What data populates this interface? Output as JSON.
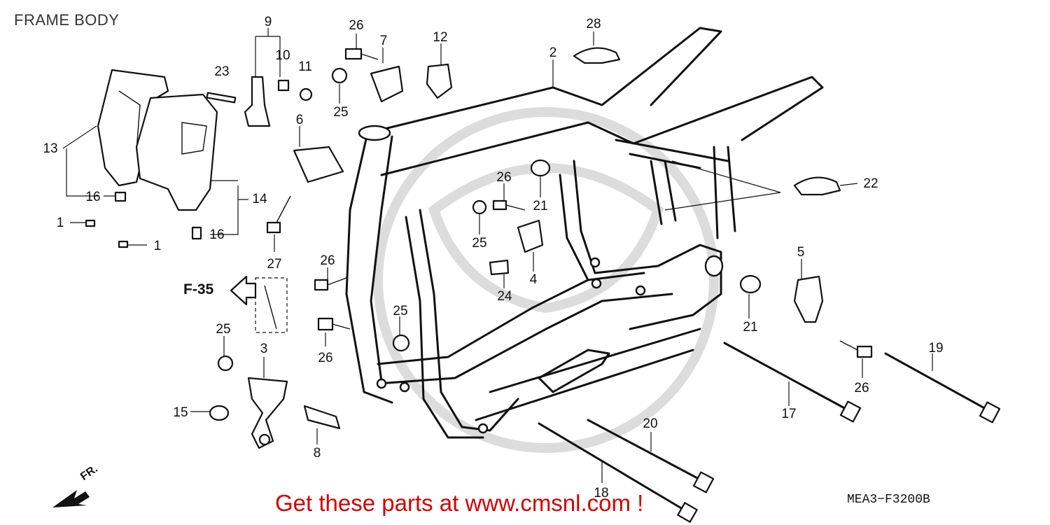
{
  "title": "FRAME BODY",
  "promo_text": "Get these parts at www.cmsnl.com !",
  "diagram_code": "MEA3−F3200B",
  "reference_label": "F-35",
  "front_label": "FR.",
  "callouts": {
    "c1a": "1",
    "c1b": "1",
    "c2": "2",
    "c3": "3",
    "c4": "4",
    "c5": "5",
    "c6": "6",
    "c7": "7",
    "c8": "8",
    "c9": "9",
    "c10": "10",
    "c11": "11",
    "c12": "12",
    "c13": "13",
    "c14": "14",
    "c15": "15",
    "c16a": "16",
    "c16b": "16",
    "c17": "17",
    "c18": "18",
    "c19": "19",
    "c20": "20",
    "c21a": "21",
    "c21b": "21",
    "c22": "22",
    "c23": "23",
    "c24": "24",
    "c25a": "25",
    "c25b": "25",
    "c25c": "25",
    "c25d": "25",
    "c26a": "26",
    "c26b": "26",
    "c26c": "26",
    "c26d": "26",
    "c26e": "26",
    "c27": "27",
    "c28": "28"
  },
  "colors": {
    "promo": "#d40000",
    "ink": "#111111",
    "watermark": "#dcdcdc"
  }
}
